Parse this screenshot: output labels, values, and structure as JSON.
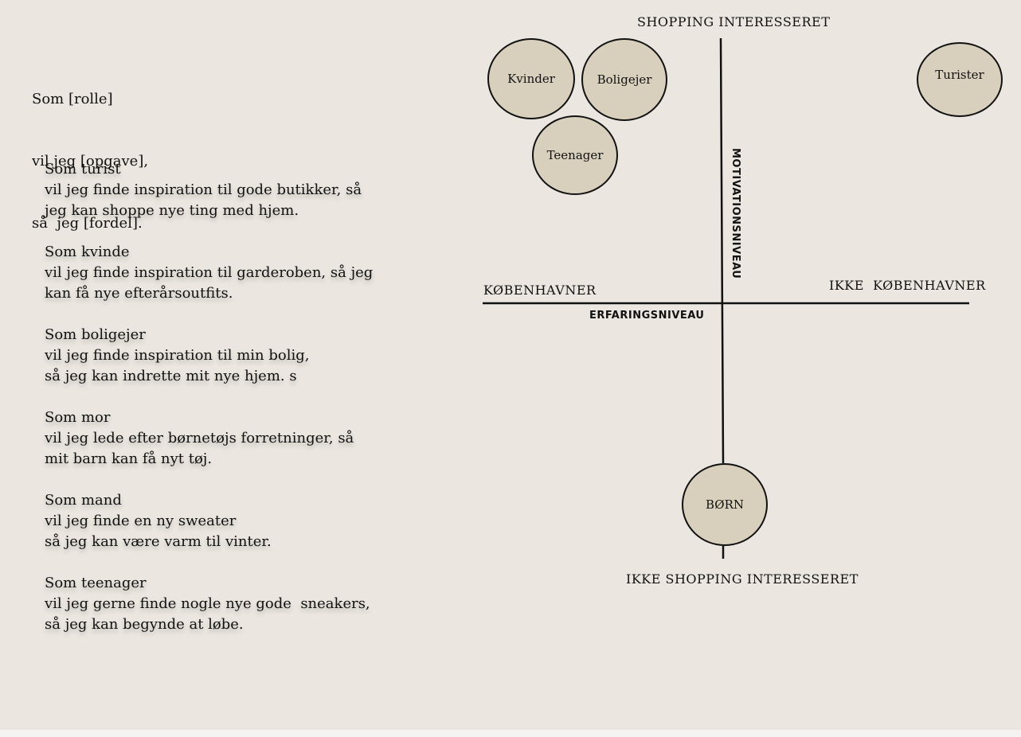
{
  "template": {
    "lines": [
      "Som [rolle]",
      "vil jeg [opgave],",
      "så  jeg [fordel]."
    ]
  },
  "stories": [
    {
      "role": "Som turist",
      "lines": [
        "vil jeg finde inspiration til gode butikker, så",
        "jeg kan shoppe nye ting med hjem."
      ]
    },
    {
      "role": "Som kvinde",
      "lines": [
        "vil jeg finde inspiration til garderoben, så jeg",
        "kan få nye efterårsoutfits."
      ]
    },
    {
      "role": "Som boligejer",
      "lines": [
        "vil jeg finde inspiration til min bolig,",
        "så jeg kan indrette mit nye hjem. s"
      ]
    },
    {
      "role": "Som mor",
      "lines": [
        "vil jeg lede efter børnetøjs forretninger, så",
        "mit barn kan få nyt tøj."
      ]
    },
    {
      "role": "Som mand",
      "lines": [
        "vil jeg finde en ny sweater",
        "så jeg kan være varm til vinter."
      ]
    },
    {
      "role": "Som teenager",
      "lines": [
        "vil jeg gerne finde nogle nye gode  sneakers,",
        "så jeg kan begynde at løbe."
      ]
    }
  ],
  "matrix": {
    "top_label": "SHOPPING INTERESSERET",
    "bottom_label": "IKKE SHOPPING INTERESSERET",
    "left_label": "KØBENHAVNER",
    "right_label": "IKKE  KØBENHAVNER",
    "horizontal_axis_name": "ERFARINGSNIVEAU",
    "vertical_axis_name": "MOTIVATIONSNIVEAU",
    "personas": {
      "kvinder": "Kvinder",
      "boligejer": "Boligejer",
      "teenager": "Teenager",
      "turister": "Turister",
      "born": "BØRN"
    }
  },
  "colors": {
    "background": "#ebe7e0",
    "persona_fill": "#d8cfbd",
    "line": "#111111"
  }
}
